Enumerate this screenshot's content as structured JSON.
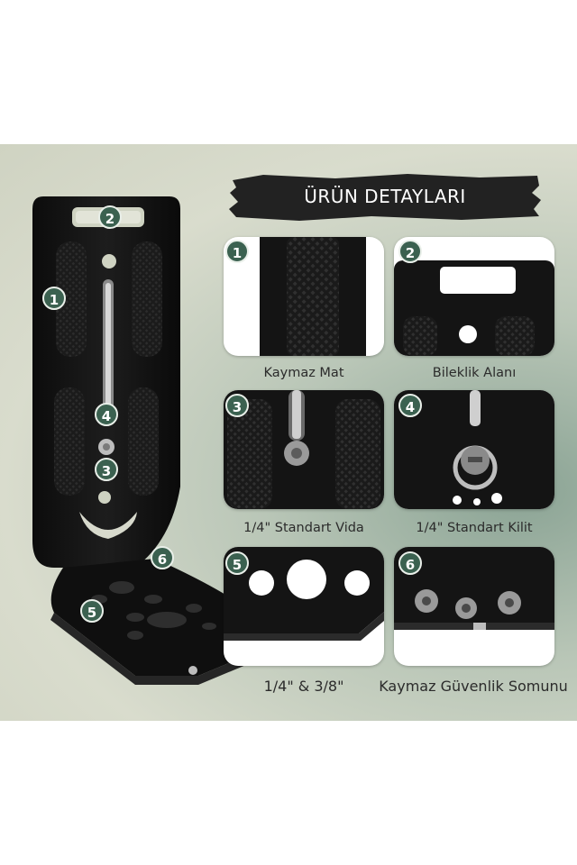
{
  "banner": {
    "title": "ÜRÜN DETAYLARI"
  },
  "callouts": [
    "1",
    "2",
    "3",
    "4",
    "5",
    "6"
  ],
  "cards": [
    {
      "num": "1",
      "caption": "Kaymaz Mat",
      "icon": "grip-texture-icon"
    },
    {
      "num": "2",
      "caption": "Bileklik Alanı",
      "icon": "strap-slot-icon"
    },
    {
      "num": "3",
      "caption": "1/4\" Standart Vida",
      "icon": "screw-icon"
    },
    {
      "num": "4",
      "caption": "1/4\" Standart Kilit",
      "icon": "d-ring-screw-icon"
    },
    {
      "num": "5",
      "caption": "1/4\" & 3/8\"",
      "icon": "mount-holes-icon"
    },
    {
      "num": "6",
      "caption": "Kaymaz Güvenlik Somunu",
      "icon": "safety-nuts-icon"
    }
  ],
  "colors": {
    "badge": "#3b6150",
    "bracket": "#141414",
    "banner": "#222222"
  }
}
